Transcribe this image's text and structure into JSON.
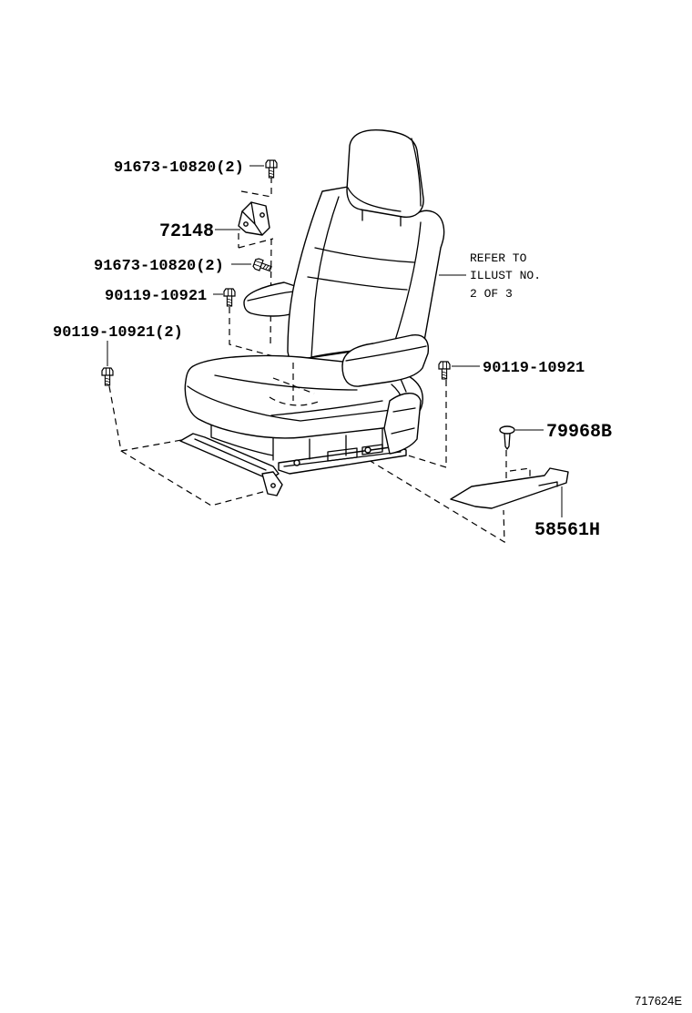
{
  "callouts": [
    "91673-10820(2)",
    "72148",
    "91673-10820(2)",
    "90119-10921",
    "90119-10921(2)",
    "90119-10921",
    "79968B",
    "58561H"
  ],
  "refer_note": [
    "REFER TO",
    "ILLUST NO.",
    "2 OF 3"
  ],
  "figure_code": "717624E",
  "colors": {
    "line": "#000000",
    "background": "#ffffff"
  }
}
